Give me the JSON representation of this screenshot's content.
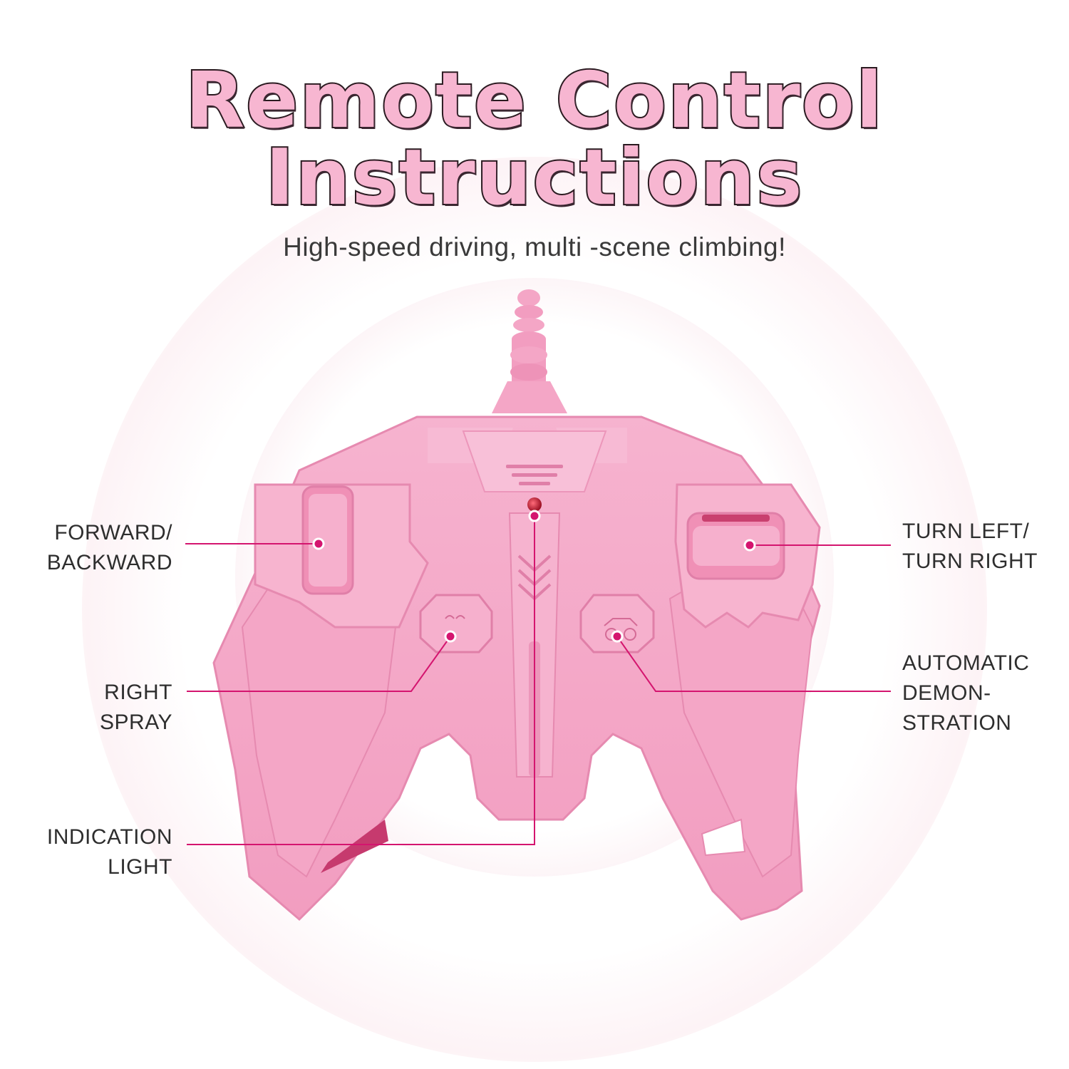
{
  "title": {
    "line1": "Remote Control",
    "line2": "Instructions"
  },
  "subtitle": "High-speed driving, multi -scene climbing!",
  "labels": {
    "forward_backward": {
      "line1": "FORWARD/",
      "line2": "BACKWARD"
    },
    "right_spray": {
      "line1": "RIGHT",
      "line2": "SPRAY"
    },
    "indication_light": {
      "line1": "INDICATION",
      "line2": "LIGHT"
    },
    "turn": {
      "line1": "TURN LEFT/",
      "line2": "TURN RIGHT"
    },
    "automatic": {
      "line1": "AUTOMATIC",
      "line2": "DEMON-",
      "line3": "STRATION"
    }
  },
  "colors": {
    "accent": "#d4156f",
    "controller_pink": "#f4a6c6",
    "controller_shade": "#e98db4",
    "title_fill": "#f7b6d1"
  },
  "icons": {
    "antenna": "antenna-icon",
    "spray_button": "spray-icon",
    "auto_button": "car-icon"
  }
}
